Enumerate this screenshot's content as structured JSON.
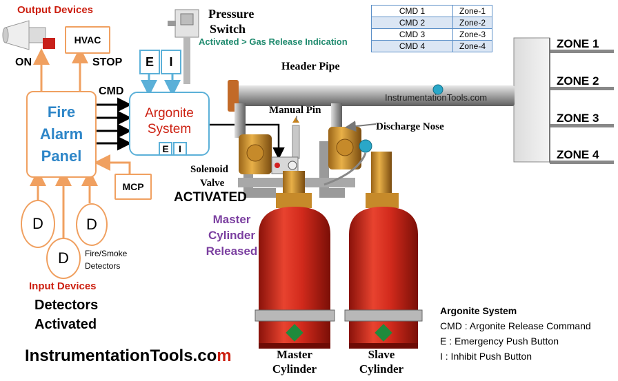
{
  "output_devices": {
    "title": "Output Devices",
    "hvac": "HVAC",
    "on": "ON",
    "stop": "STOP"
  },
  "panel": {
    "line1": "Fire",
    "line2": "Alarm",
    "line3": "Panel",
    "cmd_label": "CMD",
    "outputs": [
      "1",
      "2",
      "3",
      "4"
    ]
  },
  "argonite": {
    "line1": "Argonite",
    "line2": "System",
    "e": "E",
    "i": "I"
  },
  "top_ei": {
    "e": "E",
    "i": "I"
  },
  "mcp": "MCP",
  "detectors": {
    "symbol": "D",
    "caption1": "Fire/Smoke",
    "caption2": "Detectors"
  },
  "input_devices": {
    "title": "Input Devices",
    "status1": "Detectors",
    "status2": "Activated"
  },
  "brand": {
    "main": "InstrumentationTools.co",
    "last": "m"
  },
  "pressure_switch": {
    "line1": "Pressure",
    "line2": "Switch",
    "status": "Activated > Gas Release Indication"
  },
  "header_pipe": "Header Pipe",
  "pipe_watermark": "InstrumentationTools.com",
  "manual_pin": "Manual Pin",
  "discharge_nose": "Discharge Nose",
  "solenoid": {
    "line1": "Solenoid",
    "line2": "Valve",
    "status": "ACTIVATED"
  },
  "master_status": {
    "line1": "Master",
    "line2": "Cylinder",
    "line3": "Released"
  },
  "cylinders": {
    "master1": "Master",
    "master2": "Cylinder",
    "slave1": "Slave",
    "slave2": "Cylinder"
  },
  "cmd_table": [
    {
      "cmd": "CMD 1",
      "zone": "Zone-1"
    },
    {
      "cmd": "CMD 2",
      "zone": "Zone-2"
    },
    {
      "cmd": "CMD 3",
      "zone": "Zone-3"
    },
    {
      "cmd": "CMD 4",
      "zone": "Zone-4"
    }
  ],
  "zones": [
    "ZONE 1",
    "ZONE 2",
    "ZONE 3",
    "ZONE 4"
  ],
  "legend": {
    "title": "Argonite System",
    "cmd": "CMD : Argonite Release Command",
    "e": "E : Emergency Push Button",
    "i": "I : Inhibit Push Button"
  },
  "colors": {
    "orange": "#f0a060",
    "blue": "#5bb0d8",
    "red": "#cc1f10",
    "purple": "#7b3fa0",
    "green": "#1f8a6e",
    "cylinder_red": "#d22a1c"
  }
}
